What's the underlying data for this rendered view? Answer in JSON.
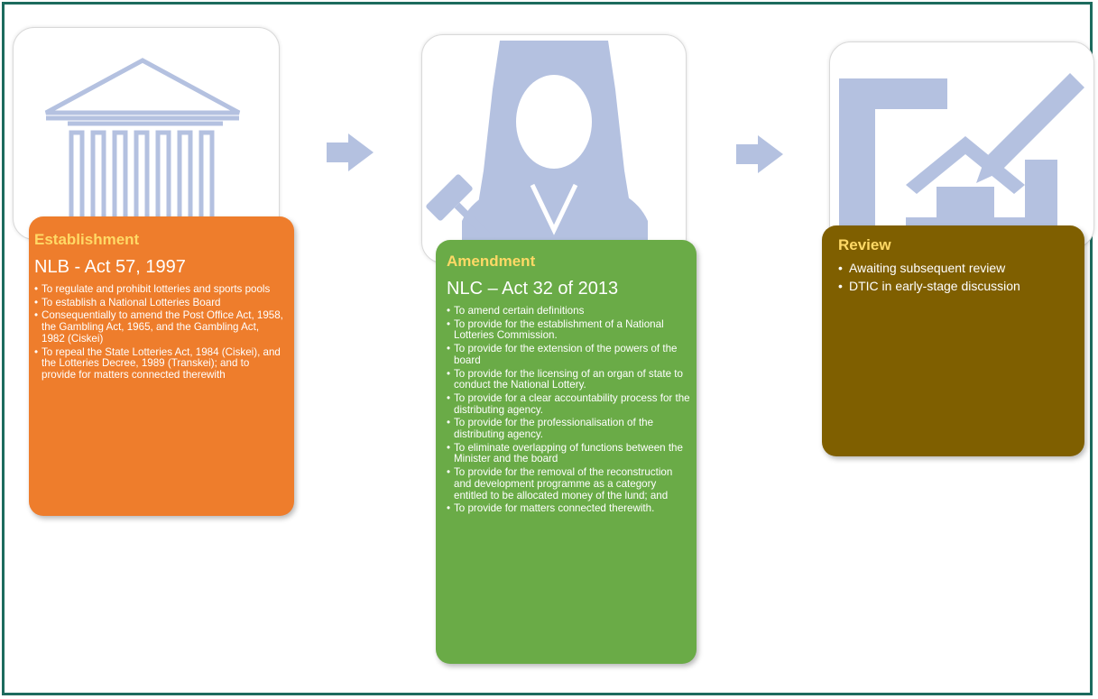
{
  "colors": {
    "frame": "#1d6b5e",
    "icon_fill": "#b4c1e0",
    "establishment_bg": "#ee7d2c",
    "amendment_bg": "#6aab47",
    "review_bg": "#7f5f00",
    "title_text": "#ffd966"
  },
  "icons": {
    "establishment": "government-building-icon",
    "amendment": "judge-with-gavel-icon",
    "review": "house-plan-pencil-icon",
    "arrows": "right-arrow-icon"
  },
  "establishment": {
    "title": "Establishment",
    "subtitle": "NLB - Act 57, 1997",
    "items": [
      "To regulate and prohibit lotteries and sports pools",
      "To establish a National Lotteries Board",
      "Consequentially to amend the Post Office Act, 1958, the Gambling Act, 1965, and the Gambling Act, 1982 (Ciskei)",
      "To repeal the State Lotteries Act, 1984 (Ciskei), and the Lotteries Decree, 1989 (Transkei); and to provide for matters connected therewith"
    ]
  },
  "amendment": {
    "title": "Amendment",
    "subtitle": "NLC – Act 32 of 2013",
    "items": [
      "To amend certain definitions",
      "To provide for the establishment of a National Lotteries Commission.",
      "To provide for the extension of the powers of the board",
      "To provide for the licensing of an organ of state to conduct the National Lottery.",
      "To provide for a clear accountability process for the distributing agency.",
      "To provide for the professionalisation of the distributing agency.",
      "To eliminate overlapping of functions between the Minister and the board",
      "To provide for the removal of the reconstruction and development programme as a category entitled to be allocated money of the lund; and",
      "To provide for matters connected therewith."
    ]
  },
  "review": {
    "title": "Review",
    "items": [
      "Awaiting subsequent review",
      "DTIC in early-stage discussion"
    ]
  }
}
